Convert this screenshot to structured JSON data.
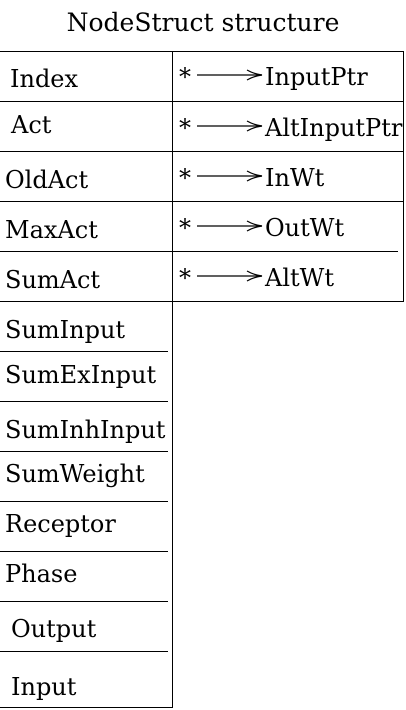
{
  "title": "NodeStruct structure",
  "fields": [
    "Index",
    "Act",
    "OldAct",
    "MaxAct",
    "SumAct",
    "SumInput",
    "SumExInput",
    "SumInhInput",
    "SumWeight",
    "Receptor",
    "Phase",
    "Output",
    "Input"
  ],
  "pointers": [
    {
      "marker": "*",
      "label": "InputPtr"
    },
    {
      "marker": "*",
      "label": "AltInputPtr"
    },
    {
      "marker": "*",
      "label": "InWt"
    },
    {
      "marker": "*",
      "label": "OutWt"
    },
    {
      "marker": "*",
      "label": "AltWt"
    }
  ]
}
